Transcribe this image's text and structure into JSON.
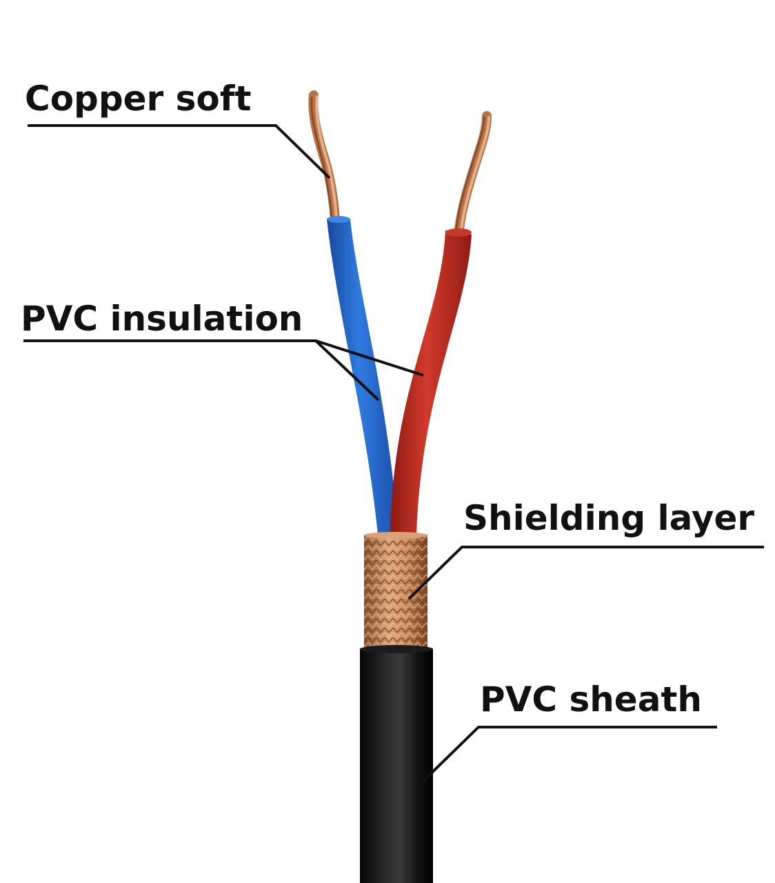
{
  "labels": {
    "copper_soft": "Copper soft",
    "pvc_insulation": "PVC insulation",
    "shielding_layer": "Shielding layer",
    "pvc_sheath": "PVC sheath"
  },
  "colors": {
    "blue_insulation": "#1f63c9",
    "red_insulation": "#b8261b",
    "copper": "#c98a5a",
    "sheath": "#141414",
    "leader_line": "#111111",
    "background": "#ffffff"
  }
}
